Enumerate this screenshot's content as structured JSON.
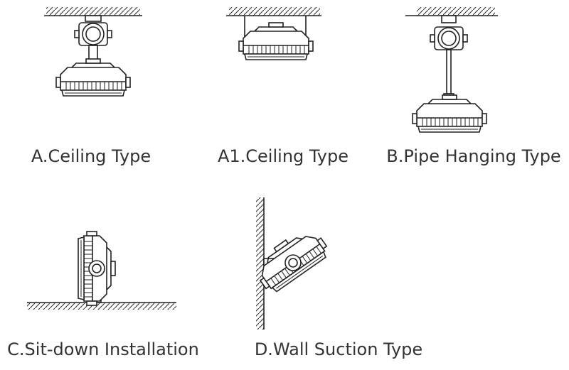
{
  "figure": {
    "captions": {
      "a": "A.Ceiling Type",
      "a1": "A1.Ceiling Type",
      "b": "B.Pipe Hanging Type",
      "c": "C.Sit-down Installation",
      "d": "D.Wall Suction Type"
    }
  }
}
